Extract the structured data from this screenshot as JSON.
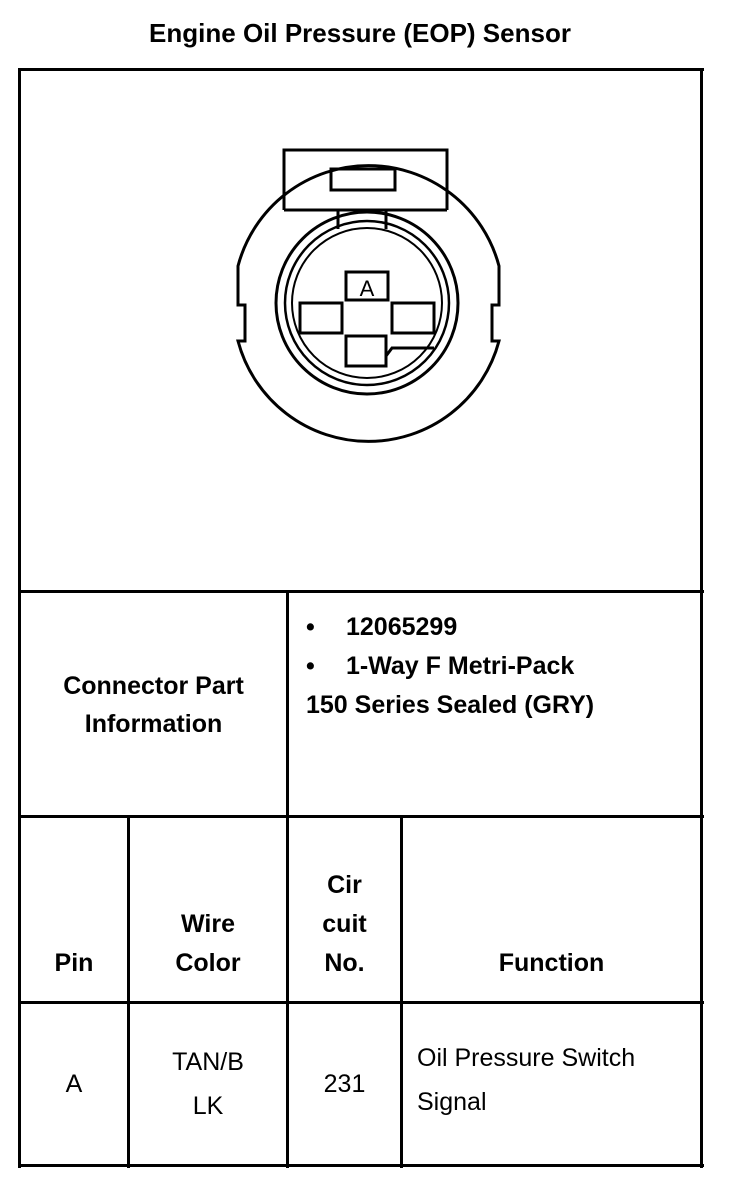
{
  "title": "Engine Oil Pressure (EOP) Sensor",
  "connector": {
    "cavity_label": "A",
    "part_info_label_line1": "Connector Part",
    "part_info_label_line2": "Information",
    "part_info_items": [
      "12065299",
      "1-Way F Metri-Pack"
    ],
    "part_info_extra": "150 Series Sealed (GRY)",
    "bullet": "•"
  },
  "table": {
    "headers": {
      "pin": "Pin",
      "wire_color_line1": "Wire",
      "wire_color_line2": "Color",
      "circuit_line1": "Cir",
      "circuit_line2": "cuit",
      "circuit_line3": "No.",
      "function": "Function"
    },
    "rows": [
      {
        "pin": "A",
        "wire_color_line1": "TAN/B",
        "wire_color_line2": "LK",
        "circuit": "231",
        "function_line1": "Oil Pressure Switch",
        "function_line2": "Signal"
      }
    ]
  }
}
